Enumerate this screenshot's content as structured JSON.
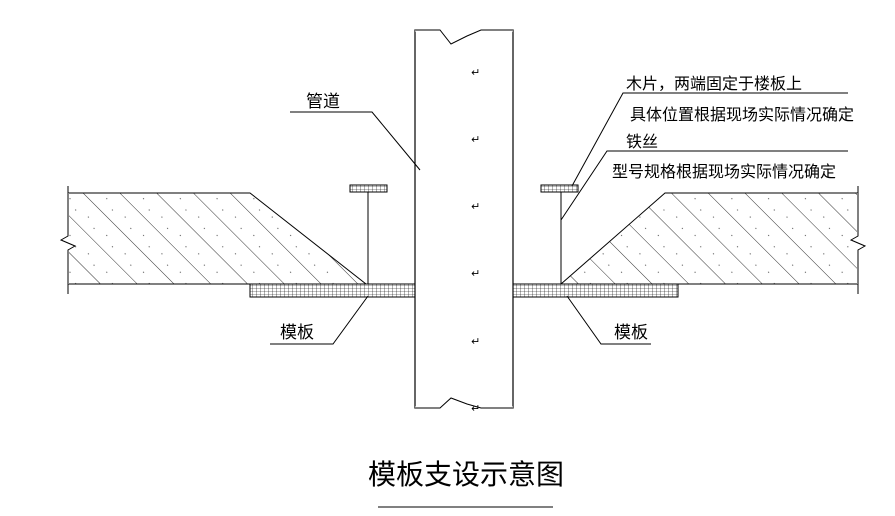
{
  "labels": {
    "pipe": "管道",
    "wood_piece": "木片，两端固定于楼板上",
    "wood_note": "具体位置根据现场实际情况确定",
    "wire": "铁丝",
    "wire_note": "型号规格根据现场实际情况确定",
    "formwork_left": "模板",
    "formwork_right": "模板"
  },
  "title": "模板支设示意图",
  "paragraph_marks": [
    "↵",
    "↵",
    "↵",
    "↵",
    "↵",
    "↵"
  ]
}
